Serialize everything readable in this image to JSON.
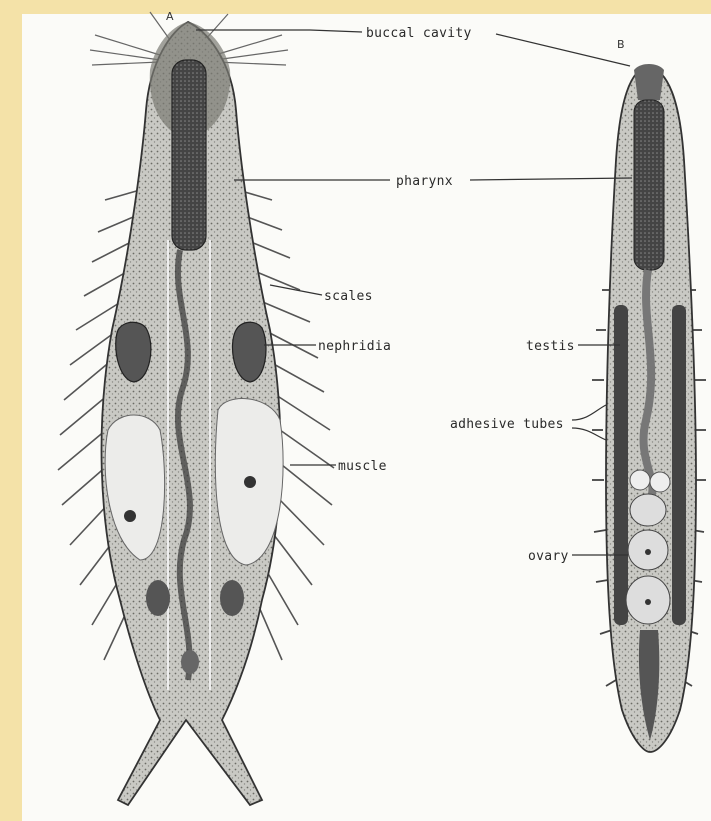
{
  "panels": {
    "a": "A",
    "b": "B"
  },
  "labels": {
    "buccal_cavity": "buccal cavity",
    "pharynx": "pharynx",
    "scales": "scales",
    "nephridia": "nephridia",
    "muscle": "muscle",
    "testis": "testis",
    "adhesive_tubes": "adhesive tubes",
    "ovary": "ovary"
  }
}
